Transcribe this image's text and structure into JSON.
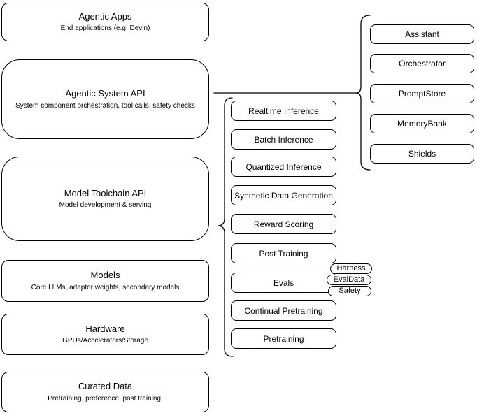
{
  "colors": {
    "stroke": "#000000",
    "fill": "#ffffff",
    "text": "#000000"
  },
  "left": {
    "items": [
      {
        "title": "Agentic Apps",
        "subtitle": "End applications (e.g. Devin)"
      },
      {
        "title": "Agentic System API",
        "subtitle": "System component orchestration, tool calls, safety checks"
      },
      {
        "title": "Model Toolchain API",
        "subtitle": "Model development & serving"
      },
      {
        "title": "Models",
        "subtitle": "Core LLMs, adapter weights, secondary models"
      },
      {
        "title": "Hardware",
        "subtitle": "GPUs/Accelerators/Storage"
      },
      {
        "title": "Curated Data",
        "subtitle": "Pretraining, preference, post training."
      }
    ]
  },
  "middle": {
    "items": [
      {
        "label": "Realtime Inference"
      },
      {
        "label": "Batch Inference"
      },
      {
        "label": "Quantized Inference"
      },
      {
        "label": "Synthetic Data Generation"
      },
      {
        "label": "Reward Scoring"
      },
      {
        "label": "Post Training"
      },
      {
        "label": "Evals"
      },
      {
        "label": "Continual Pretraining"
      },
      {
        "label": "Pretraining"
      }
    ],
    "eval_tags": [
      {
        "label": "Harness"
      },
      {
        "label": "EvalData"
      },
      {
        "label": "Safety"
      }
    ]
  },
  "right": {
    "items": [
      {
        "label": "Assistant"
      },
      {
        "label": "Orchestrator"
      },
      {
        "label": "PromptStore"
      },
      {
        "label": "MemoryBank"
      },
      {
        "label": "Shields"
      }
    ]
  }
}
